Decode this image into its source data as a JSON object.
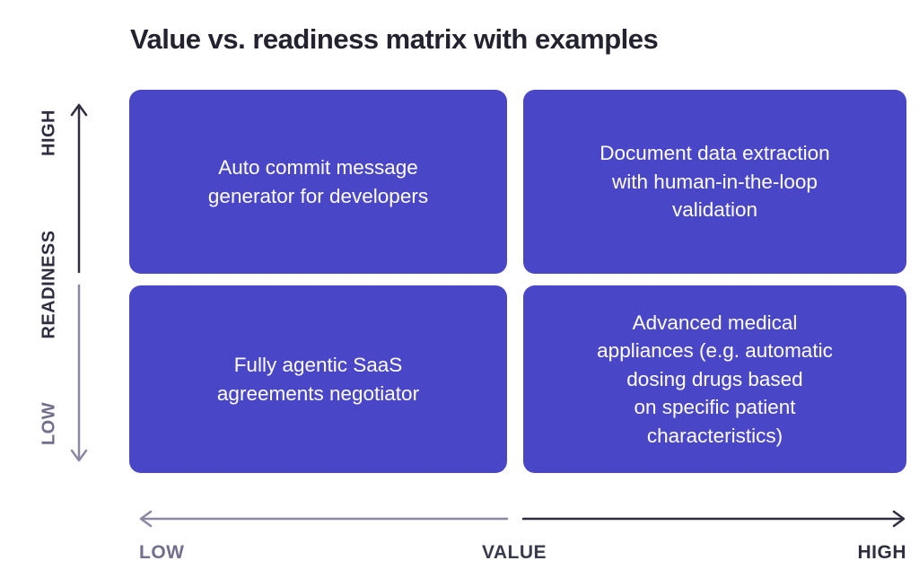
{
  "title": "Value vs. readiness matrix with examples",
  "colors": {
    "quadrant_bg": "#4a46c8",
    "quadrant_text": "#ffffff",
    "axis_dark": "#2e2e40",
    "axis_light": "#8a88a3",
    "title_text": "#23232f",
    "low_label_text": "#716f8c"
  },
  "y_axis": {
    "label": "READINESS",
    "high": "HIGH",
    "low": "LOW"
  },
  "x_axis": {
    "label": "VALUE",
    "low": "LOW",
    "high": "HIGH"
  },
  "quadrants": {
    "top_left": "Auto commit message\ngenerator for developers",
    "top_right": "Document data extraction\nwith human-in-the-loop\nvalidation",
    "bottom_left": "Fully agentic SaaS\nagreements negotiator",
    "bottom_right": "Advanced medical\nappliances (e.g. automatic\ndosing drugs based\non specific patient\ncharacteristics)"
  }
}
